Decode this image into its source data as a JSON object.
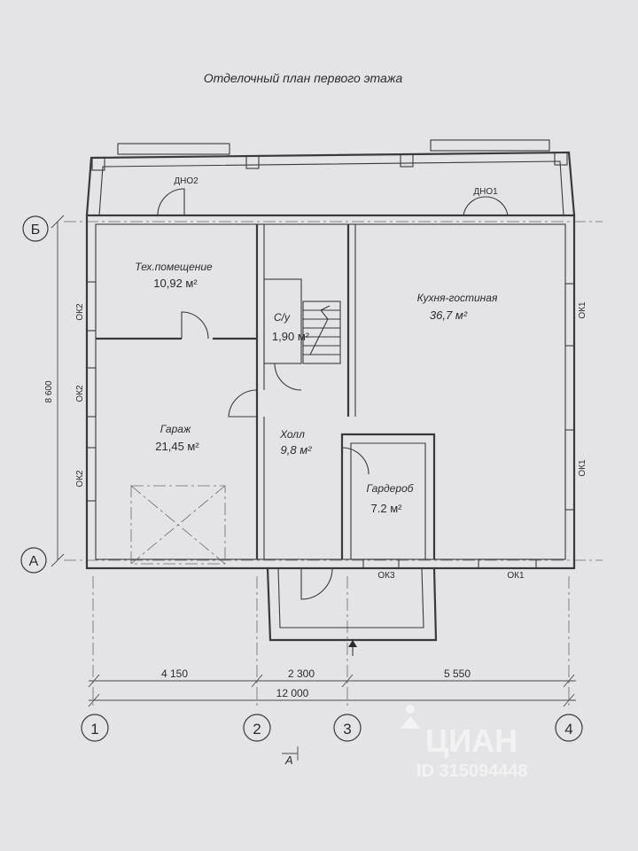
{
  "title": "Отделочный план первого этажа",
  "rooms": [
    {
      "label": "Тех.помещение",
      "area": "10,92 м²"
    },
    {
      "label": "С/у",
      "area": "1,90 м²"
    },
    {
      "label": "Кухня-гостиная",
      "area": "36,7 м²"
    },
    {
      "label": "Гараж",
      "area": "21,45 м²"
    },
    {
      "label": "Холл",
      "area": "9,8 м²"
    },
    {
      "label": "Гардероб",
      "area": "7.2 м²"
    }
  ],
  "window_tags": {
    "dno2": "ДНО2",
    "dno1": "ДНО1",
    "ok1": "ОК1",
    "ok2": "ОК2",
    "ok3": "ОК3"
  },
  "axes": {
    "letters": [
      "Б",
      "А"
    ],
    "numbers": [
      "1",
      "2",
      "3",
      "4"
    ]
  },
  "dimensions": {
    "height": "8 600",
    "seg1": "4 150",
    "seg2": "2 300",
    "seg3": "5 550",
    "total": "12 000"
  },
  "section_mark": "А",
  "watermark": {
    "brand": "ЦИАН",
    "id": "ID 315094448"
  }
}
